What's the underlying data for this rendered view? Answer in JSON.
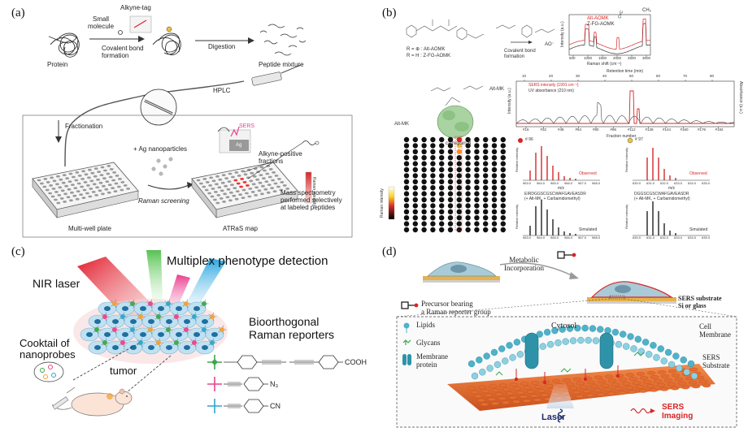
{
  "panel_a": {
    "label": "(a)",
    "protein": "Protein",
    "small_molecule": "Small\nmolecule",
    "alkyne_tag": "Alkyne-tag",
    "covalent": "Covalent bond\nformation",
    "digestion": "Digestion",
    "peptide_mixture": "Peptide mixture",
    "hplc": "HPLC",
    "fractionation": "Fractionation",
    "ag_np": "+ Ag nanoparticles",
    "raman_screening": "Raman screening",
    "sers": "SERS",
    "ag": "Ag",
    "alkyne_positive": "Alkyne-positive\nfractions",
    "mass_spec": "Mass spectrometry\nperformed selectively\nat labeled peptides",
    "raman_intensity": "Raman intensity",
    "multiwell": "Multi-well plate",
    "atras": "ATRaS map"
  },
  "panel_b": {
    "label": "(b)",
    "r_aomk": "R = ⊕ : Alt-AOMK",
    "r_zfg": "R = H : Z-FG-AOMK",
    "covalent": "Covalent bond\nformation",
    "ao": "AO⁻",
    "legend_alt": "Alt-AOMK",
    "legend_zfg": "Z-FG-AOMK",
    "peak_label": "CH₂",
    "c_triple": "C≡C",
    "raman_shift": "Raman shift (cm⁻¹)",
    "intensity": "Intensity (a.u.)",
    "spec_ticks": [
      "500",
      "1000",
      "1500",
      "2000",
      "2500",
      "3000"
    ],
    "alt_mk": "Alt-MK",
    "alt_mk2": "Alt-MK",
    "cathepsin": "cathepsin B",
    "retention_time": "Retention time (min)",
    "rt_ticks": [
      "10",
      "20",
      "30",
      "40",
      "50",
      "60",
      "70",
      "80"
    ],
    "sers_legend": "SERS intensity (1991 cm⁻¹)",
    "uv_legend": "UV absorbance (210 nm)",
    "fraction_number": "Fraction number",
    "fraction_ticks": [
      "#16",
      "#32",
      "#48",
      "#64",
      "#80",
      "#96",
      "#112",
      "#128",
      "#144",
      "#160",
      "#176",
      "#192"
    ],
    "absorbance": "Absorbance (a.u.)",
    "well_96": "# 96",
    "well_97": "# 97",
    "observed": "Observed",
    "simulated": "Simulated",
    "mz": "m/z",
    "rel_intensity": "Relative intensity",
    "raman_int": "Raman intensity",
    "mz_ticks_left": [
      "963.0",
      "964.0",
      "965.0",
      "966.0",
      "967.0",
      "968.0"
    ],
    "mz_ticks_right": [
      "630.0",
      "631.0",
      "632.0",
      "633.0",
      "634.0",
      "635.0"
    ],
    "seq_left": "EIRDGGSCGSCWAFGAVEASDR",
    "seq_left2": "(+ Alt-MK, + Carbamidomethyl)",
    "seq_right": "DGGSCGSCWAFGAVEASDR",
    "seq_right2": "(+ Alt-MK, + Carbamidomethyl)"
  },
  "panel_c": {
    "label": "(c)",
    "multiplex": "Multiplex phenotype detection",
    "nir": "NIR laser",
    "bioorthogonal": "Bioorthogonal\nRaman reporters",
    "cooktail": "Cooktail of\nnanoprobes",
    "tumor": "tumor",
    "cooh": "COOH",
    "n3": "N₃",
    "cn": "CN"
  },
  "panel_d": {
    "label": "(d)",
    "metabolic": "Metabolic\nIncorporation",
    "precursor": "Precursor bearing\na Raman reporter group",
    "sers_substrate": "SERS substrate\nSi or glass",
    "lipids": "Lipids",
    "glycans": "Glycans",
    "membrane_protein": "Membrane\nprotein",
    "cytosol": "Cytosol",
    "cell_membrane": "Cell\nMembrane",
    "sers_sub2": "SERS\nSubstrate",
    "laser": "Laser",
    "sers_imaging": "SERS\nImaging"
  },
  "colors": {
    "red": "#d62728",
    "pink": "#e8438a",
    "cyan": "#2aa6c9",
    "teal": "#1f8fa8",
    "orange": "#f07a2a",
    "green": "#3aa84a"
  }
}
